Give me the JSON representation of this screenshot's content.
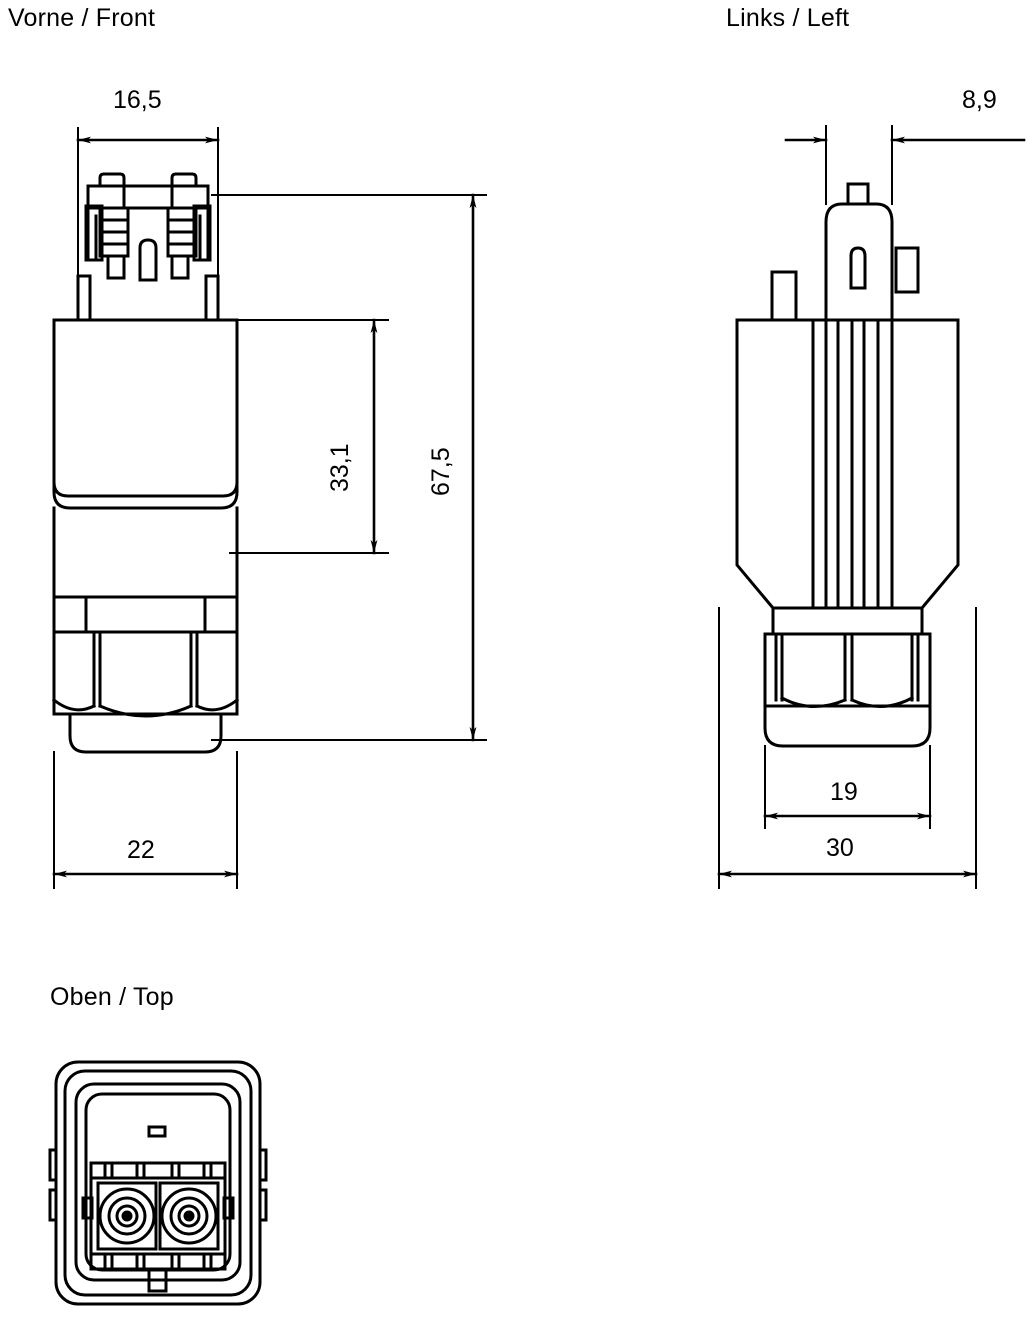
{
  "drawing": {
    "kind": "mechanical-dimension-drawing",
    "subject": "LC duplex fiber optic connector / cable gland assembly",
    "units": "mm",
    "line_color": "#000000",
    "background_color": "#ffffff"
  },
  "views": [
    {
      "id": "front",
      "title": "Vorne / Front"
    },
    {
      "id": "left",
      "title": "Links / Left"
    },
    {
      "id": "top",
      "title": "Oben / Top"
    }
  ],
  "titles": {
    "front": "Vorne / Front",
    "left": "Links / Left",
    "top": "Oben / Top"
  },
  "dimensions": {
    "front": [
      {
        "name": "front-width-top",
        "value": "16,5",
        "orientation": "horizontal",
        "arrows": "inward"
      },
      {
        "name": "front-height-mid",
        "value": "33,1",
        "orientation": "vertical",
        "arrows": "inward"
      },
      {
        "name": "front-height-total",
        "value": "67,5",
        "orientation": "vertical",
        "arrows": "inward"
      },
      {
        "name": "front-width-body",
        "value": "22",
        "orientation": "horizontal",
        "arrows": "inward"
      }
    ],
    "left": [
      {
        "name": "left-width-top",
        "value": "8,9",
        "orientation": "horizontal",
        "arrows": "outward"
      },
      {
        "name": "left-width-nut",
        "value": "19",
        "orientation": "horizontal",
        "arrows": "inward"
      },
      {
        "name": "left-width-body",
        "value": "30",
        "orientation": "horizontal",
        "arrows": "inward"
      }
    ]
  },
  "dimension_values": {
    "d_16_5": "16,5",
    "d_33_1": "33,1",
    "d_67_5": "67,5",
    "d_22": "22",
    "d_8_9": "8,9",
    "d_19": "19",
    "d_30": "30"
  }
}
